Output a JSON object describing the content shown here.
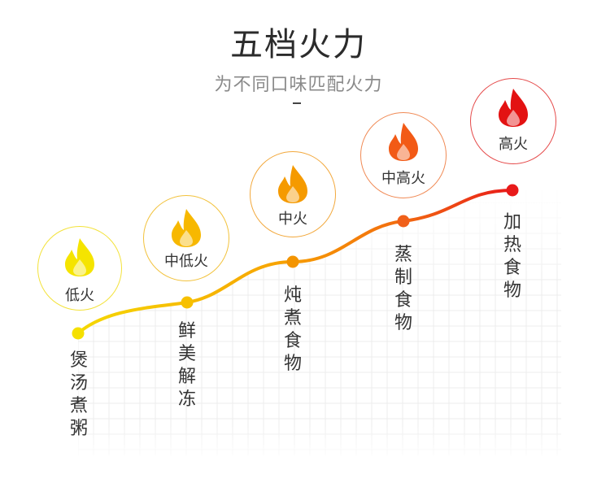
{
  "header": {
    "title": "五档火力",
    "subtitle": "为不同口味匹配火力"
  },
  "levels": [
    {
      "label": "低火",
      "food": [
        "煲",
        "汤",
        "煮",
        "粥"
      ],
      "color": "#f5e400",
      "border": "#f3e23a"
    },
    {
      "label": "中低火",
      "food": [
        "鲜",
        "美",
        "解",
        "冻"
      ],
      "color": "#f7b800",
      "border": "#f2c23c"
    },
    {
      "label": "中火",
      "food": [
        "炖",
        "煮",
        "食",
        "物"
      ],
      "color": "#f59a00",
      "border": "#f2a83c"
    },
    {
      "label": "中高火",
      "food": [
        "蒸",
        "制",
        "食",
        "物"
      ],
      "color": "#f25a16",
      "border": "#f08a55"
    },
    {
      "label": "高火",
      "food": [
        "加",
        "热",
        "食",
        "物"
      ],
      "color": "#e31212",
      "border": "#e54a4a"
    }
  ],
  "colors": {
    "curve_start": "#f5d800",
    "curve_end": "#e81a1a",
    "grid": "#ececec"
  }
}
